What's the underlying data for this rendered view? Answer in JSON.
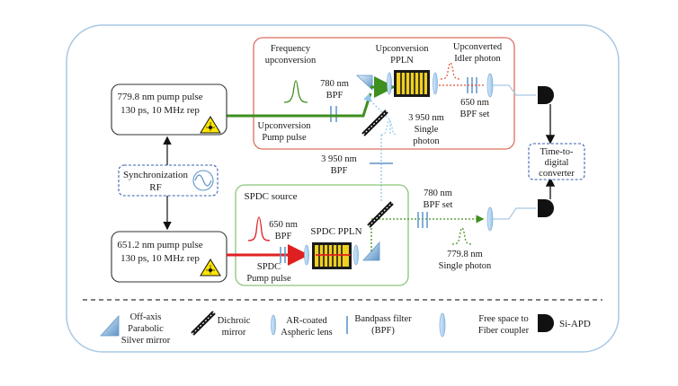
{
  "pump_779": {
    "line1": "779.8 nm pump pulse",
    "line2": "130 ps, 10 MHz rep"
  },
  "pump_651": {
    "line1": "651.2 nm pump pulse",
    "line2": "130 ps, 10 MHz rep"
  },
  "sync": {
    "line1": "Synchronization",
    "line2": "RF"
  },
  "tdc": {
    "line1": "Time-to-",
    "line2": "digital",
    "line3": "converter"
  },
  "freq_conv": {
    "line1": "Frequency",
    "line2": "upconversion"
  },
  "upconv_pump": {
    "line1": "Upconversion",
    "line2": "Pump pulse"
  },
  "bpf_780_top": {
    "line1": "780 nm",
    "line2": "BPF"
  },
  "up_ppln": {
    "line1": "Upconversion",
    "line2": "PPLN"
  },
  "upconverted": {
    "line1": "Upconverted",
    "line2": "Idler photon"
  },
  "bpf_650_set": {
    "line1": "650 nm",
    "line2": "BPF set"
  },
  "single_3950": {
    "line1": "3 950 nm",
    "line2": "Single",
    "line3": "photon"
  },
  "bpf_3950": {
    "line1": "3 950 nm",
    "line2": "BPF"
  },
  "spdc_source": "SPDC source",
  "bpf_650": {
    "line1": "650 nm",
    "line2": "BPF"
  },
  "spdc_ppln": "SPDC PPLN",
  "spdc_pump": {
    "line1": "SPDC",
    "line2": "Pump pulse"
  },
  "bpf_780_set": {
    "line1": "780 nm",
    "line2": "BPF set"
  },
  "single_779": {
    "line1": "779.8 nm",
    "line2": "Single photon"
  },
  "legend": {
    "mirror": {
      "line1": "Off-axis",
      "line2": "Parabolic",
      "line3": "Silver mirror"
    },
    "dichroic": {
      "line1": "Dichroic",
      "line2": "mirror"
    },
    "lens": {
      "line1": "AR-coated",
      "line2": "Aspheric lens"
    },
    "bpf": {
      "line1": "Bandpass filter",
      "line2": "(BPF)"
    },
    "coupler": {
      "line1": "Free space to",
      "line2": "Fiber coupler"
    },
    "apd": "Si-APD"
  },
  "colors": {
    "green_beam": "#3f8f1f",
    "red_beam": "#e02020",
    "blue_dotted": "#8fc6ec",
    "upconv_box": "#d9705e",
    "spdc_box": "#8cc47a",
    "dashed_box": "#3a5fb0",
    "outer_border": "#a9c8e4",
    "laser_yellow": "#ffe600",
    "ppln_yellow": "#f0d020",
    "mirror_blue": "#9cc4e8"
  }
}
